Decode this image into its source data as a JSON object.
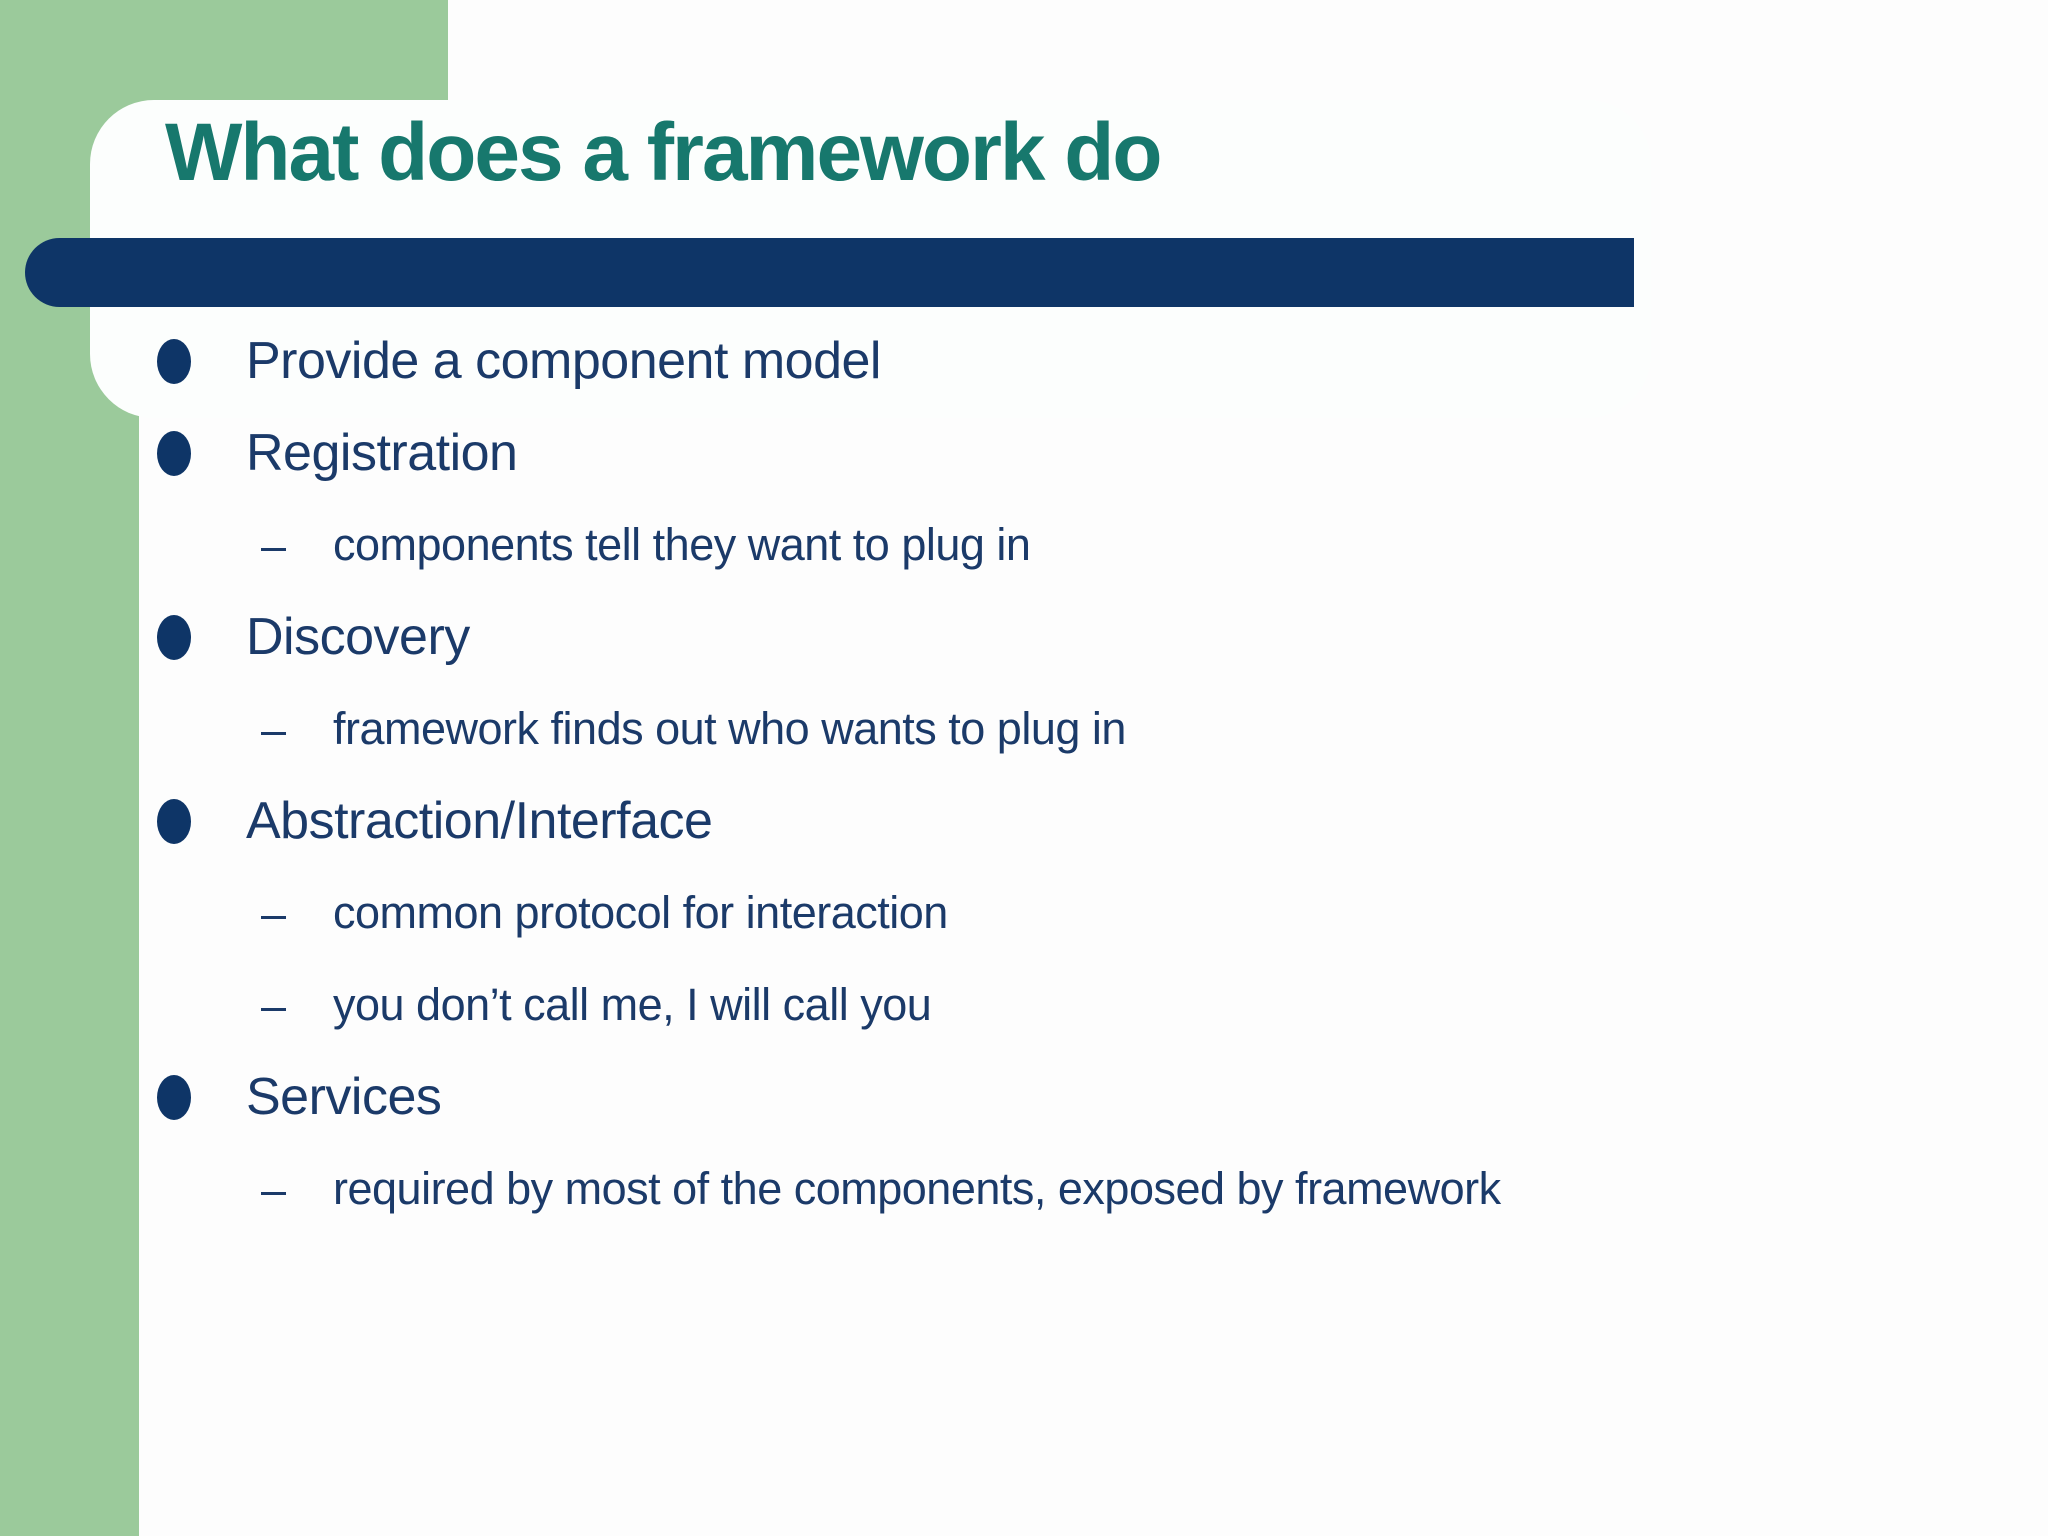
{
  "slide": {
    "title": "What does a framework do",
    "bullets": [
      {
        "level": 1,
        "text": "Provide a component model"
      },
      {
        "level": 1,
        "text": "Registration"
      },
      {
        "level": 2,
        "text": "components tell they want to plug in"
      },
      {
        "level": 1,
        "text": "Discovery"
      },
      {
        "level": 2,
        "text": "framework finds out who wants to plug in"
      },
      {
        "level": 1,
        "text": "Abstraction/Interface"
      },
      {
        "level": 2,
        "text": "common protocol for interaction"
      },
      {
        "level": 2,
        "text": "you don’t call me, I will call you"
      },
      {
        "level": 1,
        "text": "Services"
      },
      {
        "level": 2,
        "text": "required by most of the components, exposed by framework"
      }
    ],
    "markers": {
      "level1": "oval-bullet",
      "level2": "–"
    },
    "colors": {
      "sidebar_green": "#9bca9b",
      "title_teal": "#17786d",
      "bar_navy": "#0e3567",
      "body_text_navy": "#1b3a69",
      "background": "#fdfdfd",
      "title_box": "#fcfefd"
    }
  }
}
